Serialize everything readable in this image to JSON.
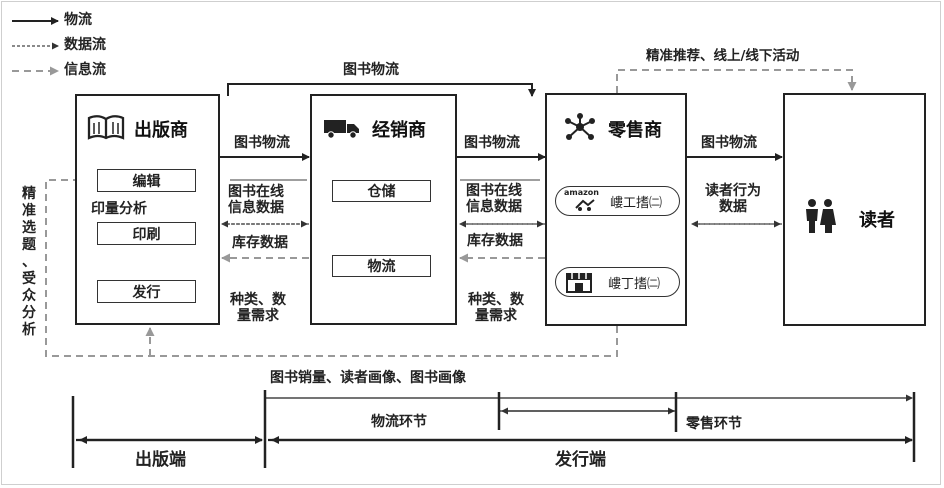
{
  "legend": {
    "logistics": "物流",
    "data": "数据流",
    "info": "信息流"
  },
  "entities": {
    "publisher": "出版商",
    "distributor": "经销商",
    "retailer": "零售商",
    "reader": "读者"
  },
  "publisher_steps": {
    "edit": "编辑",
    "print_analysis": "印量分析",
    "print": "印刷",
    "issue": "发行"
  },
  "distributor_steps": {
    "storage": "仓储",
    "logistics": "物流"
  },
  "retailer_channels": {
    "online_brand": "amazon",
    "online_label": "嶁工搘㈡",
    "offline_label": "嶁丁搘㈡"
  },
  "flows": {
    "book_logistics_top": "图书物流",
    "pub_dist_books": "图书物流",
    "pub_dist_online_data": "图书在线\n信息数据",
    "pub_dist_inventory": "库存数据",
    "pub_dist_demand": "种类、数\n量需求",
    "dist_ret_books": "图书物流",
    "dist_ret_online_data": "图书在线\n信息数据",
    "dist_ret_inventory": "库存数据",
    "dist_ret_demand": "种类、数\n量需求",
    "ret_reader_books": "图书物流",
    "reader_behavior": "读者行为\n数据",
    "precision_recommend": "精准推荐、线上/线下活动",
    "left_feedback": "精\n准\n选\n题\n、\n受\n众\n分\n析"
  },
  "bottom": {
    "sales_portrait": "图书销量、读者画像、图书画像",
    "logistics_stage": "物流环节",
    "retail_stage": "零售环节",
    "publishing_end": "出版端",
    "distribution_end": "发行端"
  }
}
